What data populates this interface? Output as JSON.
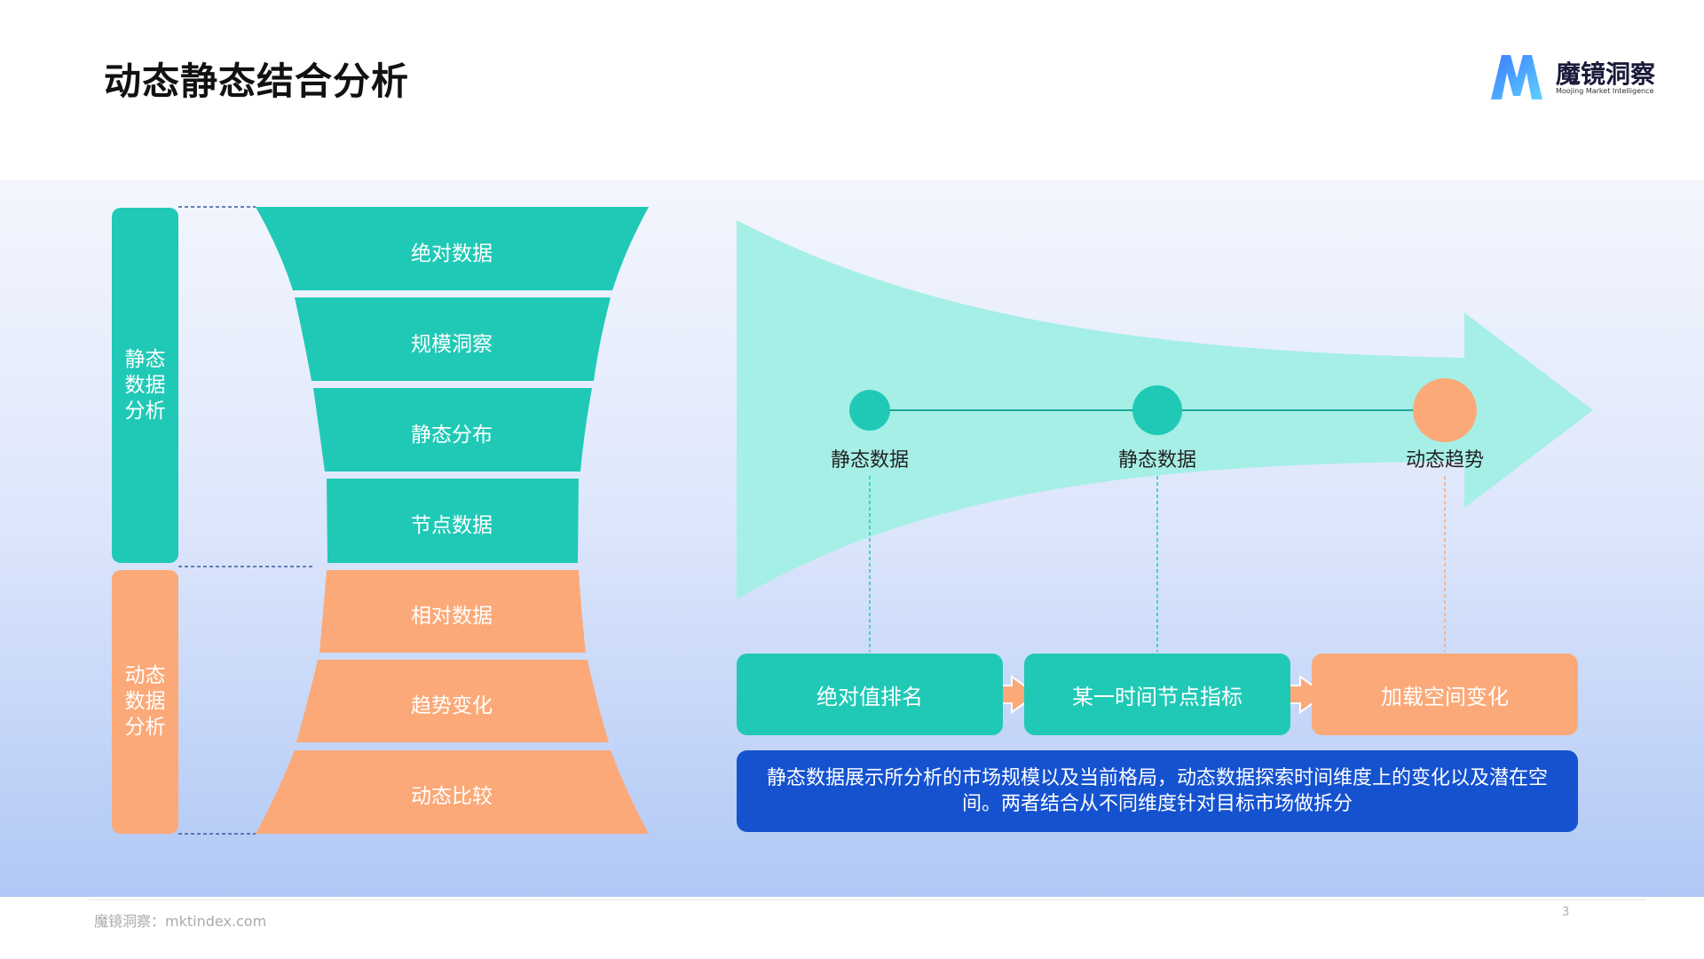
{
  "header": {
    "title": "动态静态结合分析"
  },
  "logo": {
    "name": "魔镜洞察",
    "subtitle": "Moojing Market Intelligence",
    "icon": "m-logo-icon"
  },
  "funnel": {
    "static_label": "静态数据分析",
    "dynamic_label": "动态数据分析",
    "layers": [
      "绝对数据",
      "规模洞察",
      "静态分布",
      "节点数据",
      "相对数据",
      "趋势变化",
      "动态比较"
    ]
  },
  "timeline": {
    "nodes": [
      "静态数据",
      "静态数据",
      "动态趋势"
    ],
    "steps": [
      "绝对值排名",
      "某一时间节点指标",
      "加载空间变化"
    ],
    "summary": "静态数据展示所分析的市场规模以及当前格局，动态数据探索时间维度上的变化以及潜在空间。两者结合从不同维度针对目标市场做拆分"
  },
  "footer": {
    "source": "魔镜洞察：mktindex.com",
    "page": "3"
  },
  "colors": {
    "teal": "#20c9b6",
    "orange": "#fba978",
    "mint": "#a6efe6",
    "blue": "#1552d0"
  }
}
